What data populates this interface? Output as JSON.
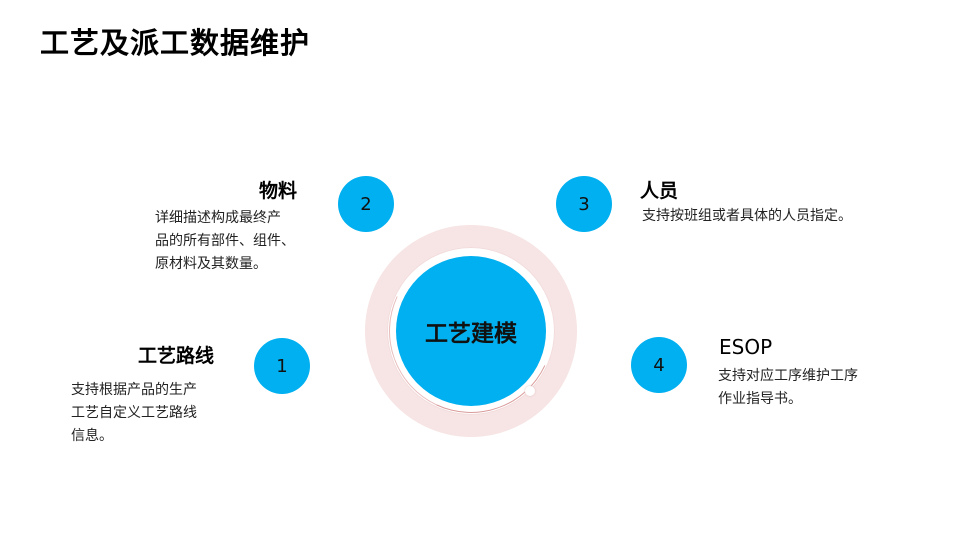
{
  "title": "工艺及派工数据维护",
  "center": "工艺建模",
  "items": [
    {
      "num": "1",
      "title": "工艺路线",
      "desc": [
        "支持根据产品的生产",
        "工艺自定义工艺路线",
        "信息。"
      ]
    },
    {
      "num": "2",
      "title": "物料",
      "desc": [
        "详细描述构成最终产",
        "品的所有部件、组件、",
        "原材料及其数量。"
      ]
    },
    {
      "num": "3",
      "title": "人员",
      "desc": [
        "支持按班组或者具体的人员指定。"
      ]
    },
    {
      "num": "4",
      "title": "ESOP",
      "desc": [
        "支持对应工序维护工序",
        "作业指导书。"
      ]
    }
  ],
  "colors": {
    "accent": "#00b0f0",
    "ring": "#f7e4e4"
  }
}
